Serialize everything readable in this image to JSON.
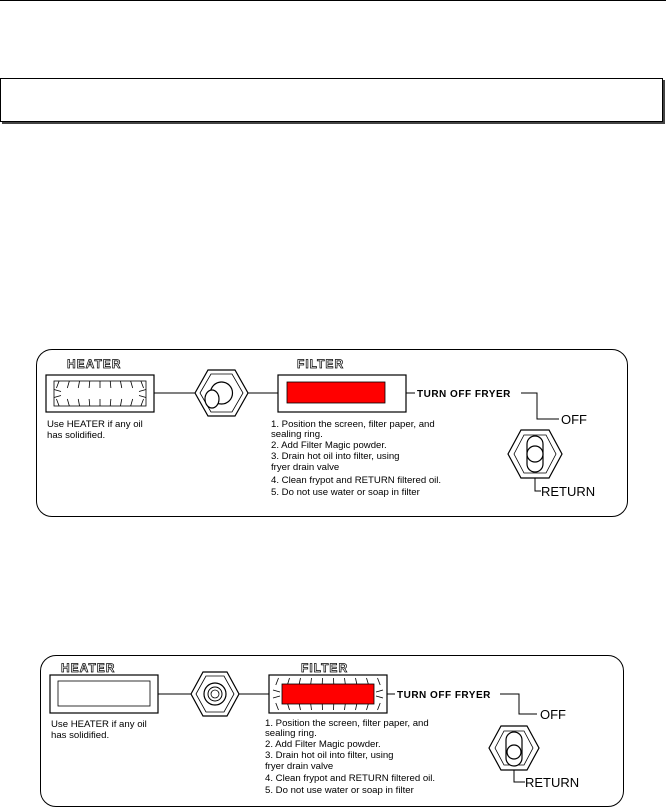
{
  "panels": [
    {
      "id": "panel-1",
      "heater_title": "HEATER",
      "filter_title": "FILTER",
      "heater_active": true,
      "filter_active": false,
      "heater_note": [
        "Use HEATER if any oil",
        "has solidified."
      ],
      "turn_off_label": "TURN OFF FRYER",
      "off_label": "OFF",
      "return_label": "RETURN",
      "steps": [
        "1.  Position the screen, filter paper, and",
        "     sealing ring.",
        "2.  Add Filter Magic powder.",
        "3.  Drain hot oil into filter, using",
        "     fryer drain valve",
        "4.  Clean frypot and RETURN filtered oil.",
        "5.  Do not use water or soap in filter"
      ]
    },
    {
      "id": "panel-2",
      "heater_title": "HEATER",
      "filter_title": "FILTER",
      "heater_active": false,
      "filter_active": true,
      "heater_note": [
        "Use HEATER if any oil",
        "has solidified."
      ],
      "turn_off_label": "TURN OFF FRYER",
      "off_label": "OFF",
      "return_label": "RETURN",
      "steps": [
        "1.  Position the screen, filter paper, and",
        "     sealing ring.",
        "2.  Add Filter Magic powder.",
        "3.  Drain hot oil into filter, using",
        "     fryer drain valve",
        "4.  Clean frypot and RETURN filtered oil.",
        "5.  Do not use water or soap in filter"
      ]
    }
  ],
  "colors": {
    "indicator_red": "#ff0000",
    "line": "#000000"
  }
}
